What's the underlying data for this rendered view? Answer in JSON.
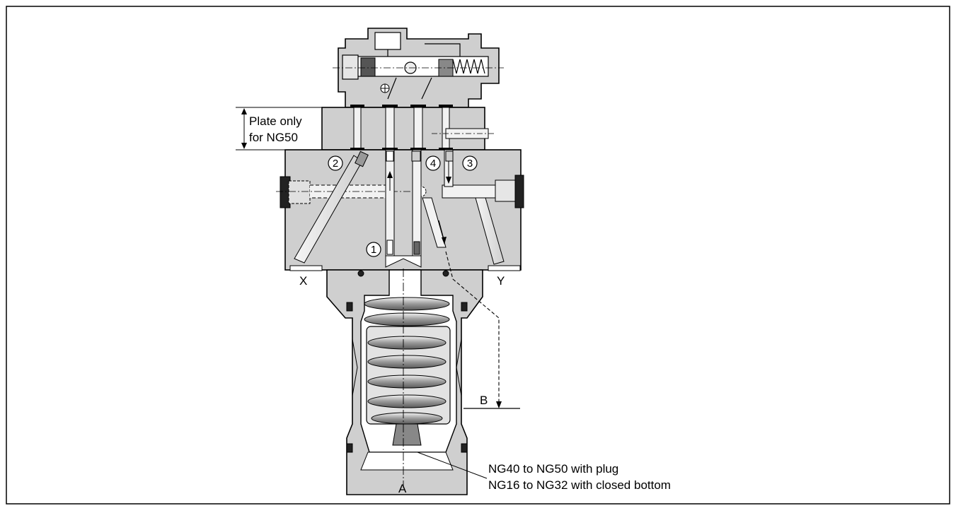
{
  "diagram": {
    "plate_note": {
      "line1": "Plate only",
      "line2": "for NG50"
    },
    "port_labels": {
      "x": "X",
      "y": "Y",
      "a": "A",
      "b": "B"
    },
    "position_numbers": {
      "n1": "1",
      "n2": "2",
      "n3": "3",
      "n4": "4"
    },
    "bottom_note": {
      "line1": "NG40 to NG50 with plug",
      "line2": "NG16 to NG32 with closed bottom"
    }
  }
}
